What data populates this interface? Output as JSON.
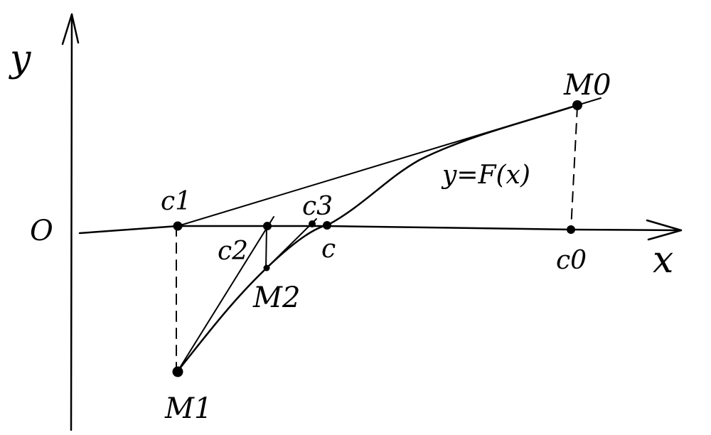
{
  "labels": {
    "y_axis": "y",
    "x_axis": "x",
    "origin": "O",
    "c1": "c1",
    "c2": "c2",
    "c3": "c3",
    "c": "c",
    "c0": "c0",
    "m0": "M0",
    "m1": "M1",
    "m2": "M2",
    "curve": "y=F(x)"
  },
  "colors": {
    "ink": "#000000",
    "background": "#ffffff"
  }
}
